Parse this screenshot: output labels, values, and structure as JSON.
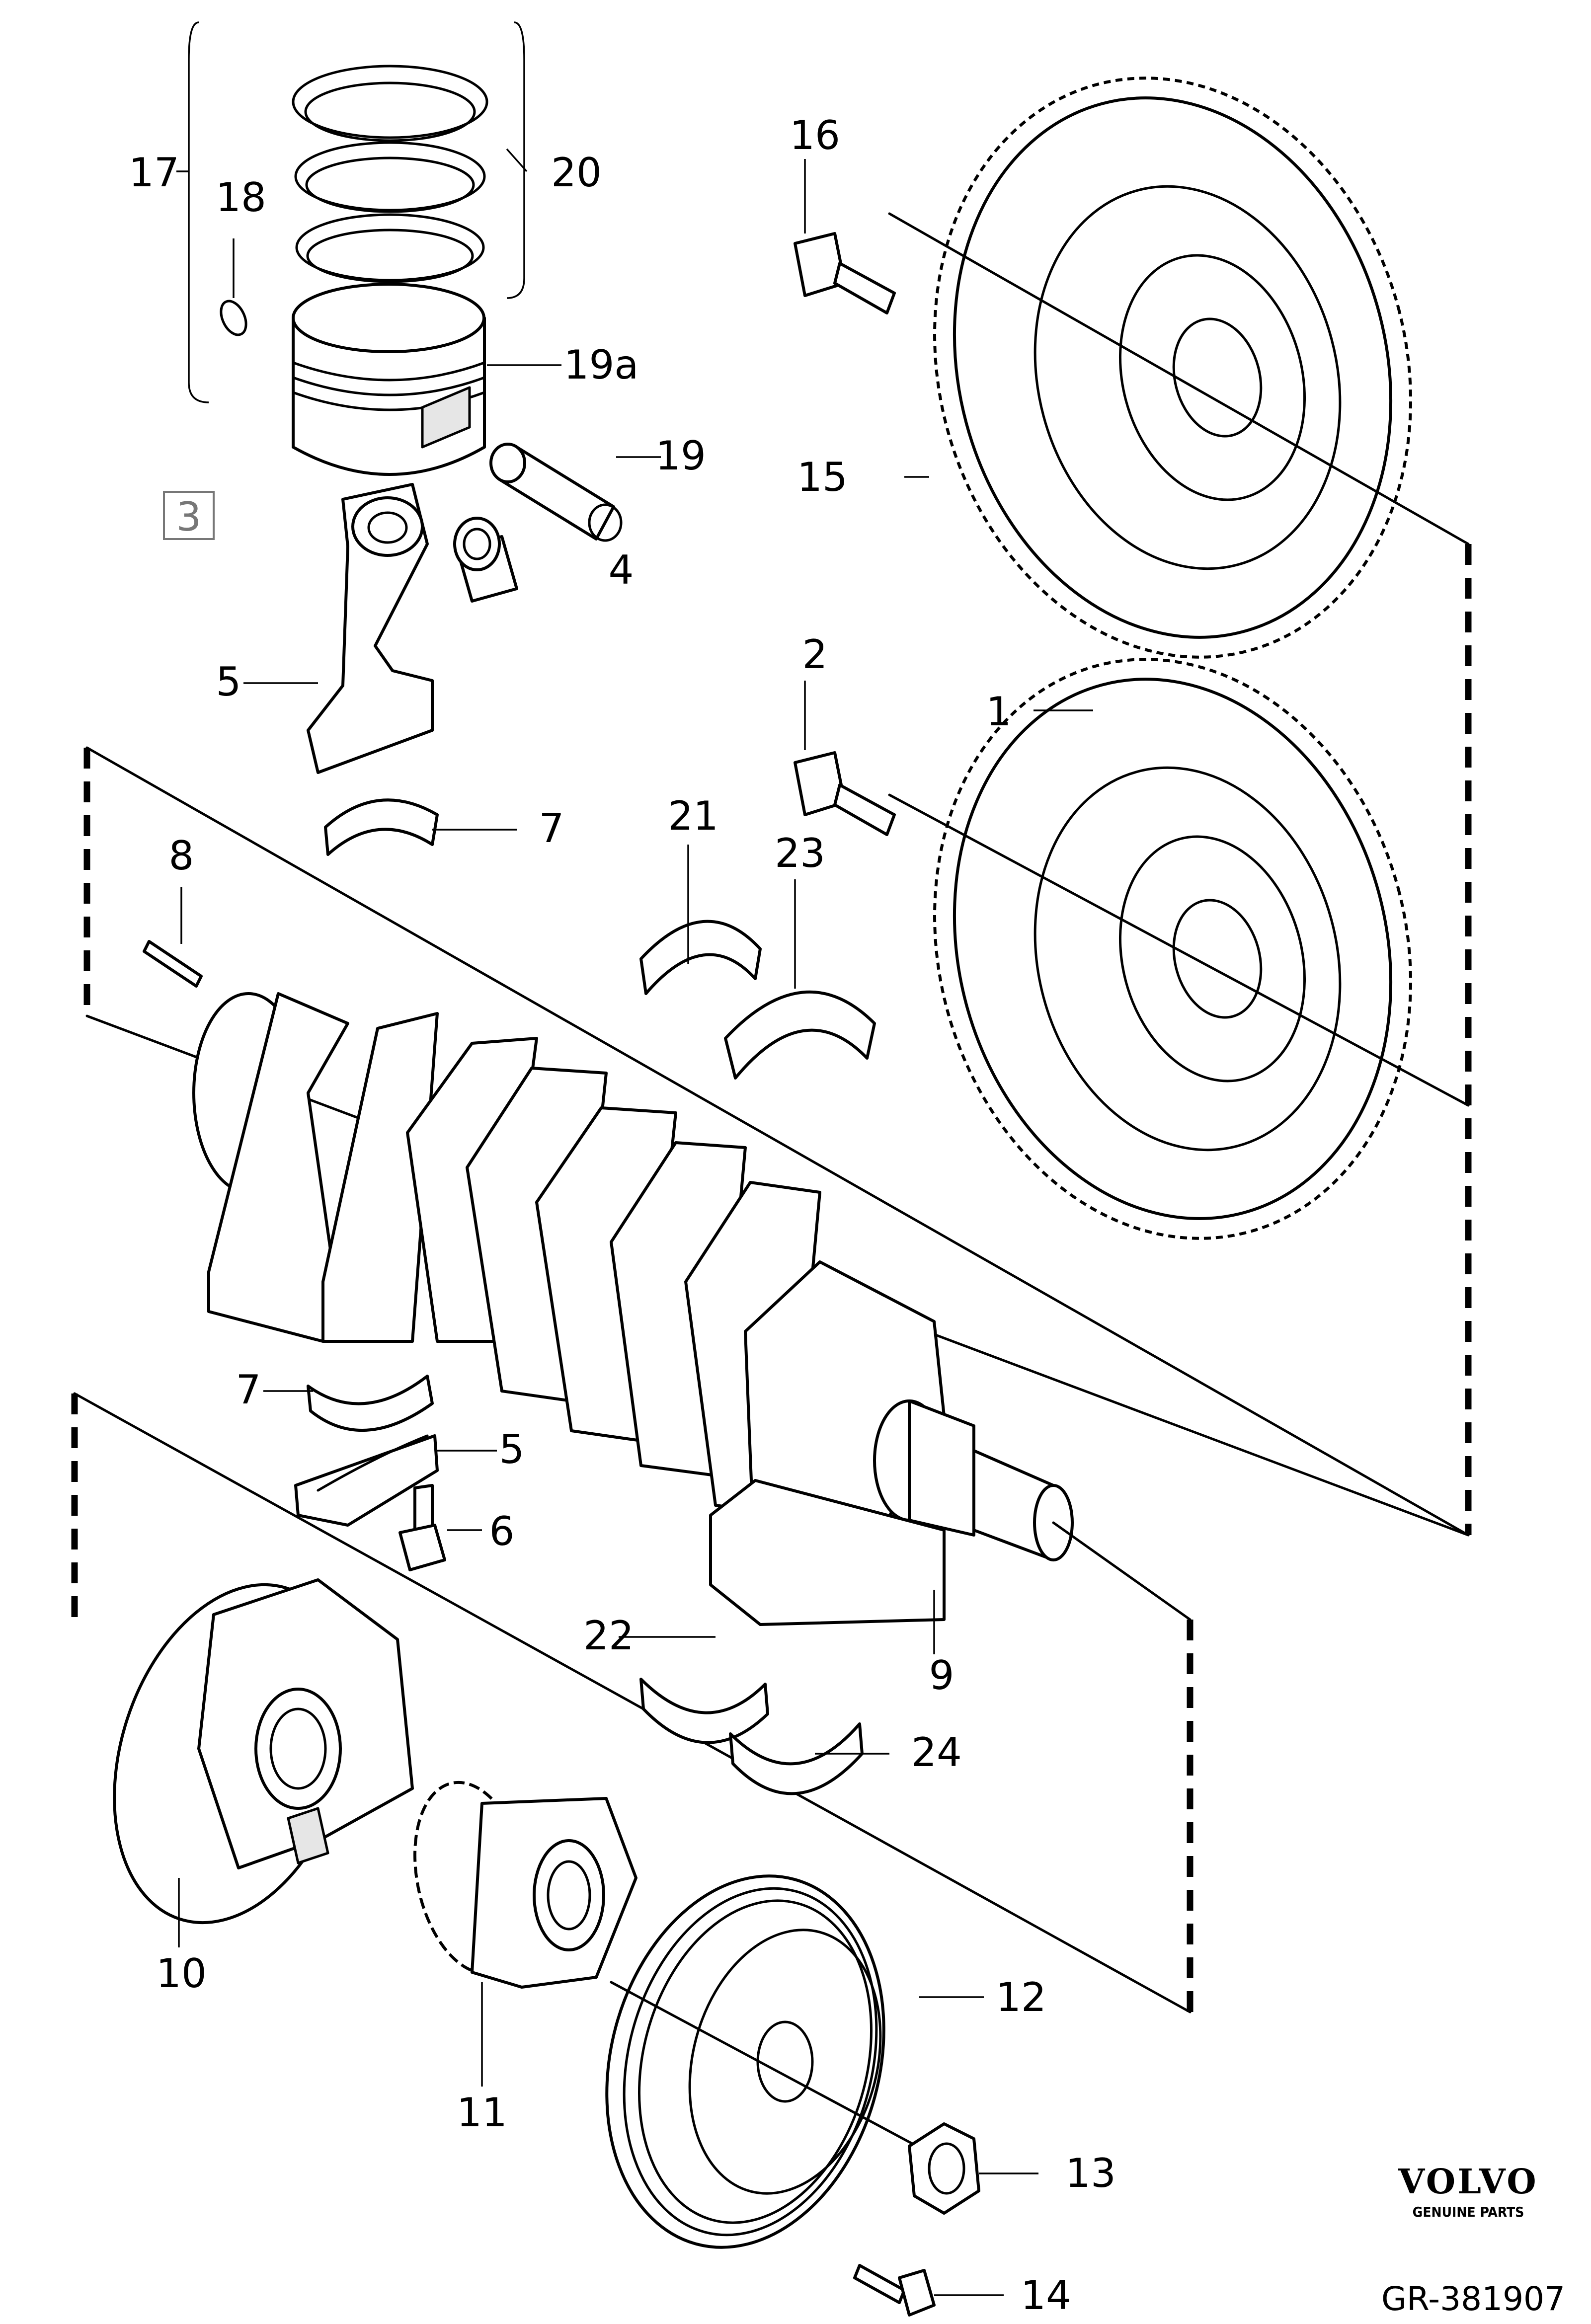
{
  "diagram": {
    "callouts": {
      "c1": "1",
      "c2": "2",
      "c4": "4",
      "c5a": "5",
      "c5b": "5",
      "c6": "6",
      "c7a": "7",
      "c7b": "7",
      "c8": "8",
      "c9": "9",
      "c10": "10",
      "c11": "11",
      "c12": "12",
      "c13": "13",
      "c14": "14",
      "c15": "15",
      "c16": "16",
      "c17": "17",
      "c18": "18",
      "c19": "19",
      "c19a": "19a",
      "c20": "20",
      "c21": "21",
      "c22": "22",
      "c23": "23",
      "c24": "24"
    },
    "box_label": "3",
    "brand": "VOLVO",
    "brand_sub": "GENUINE PARTS",
    "ref_code": "GR-381907"
  }
}
